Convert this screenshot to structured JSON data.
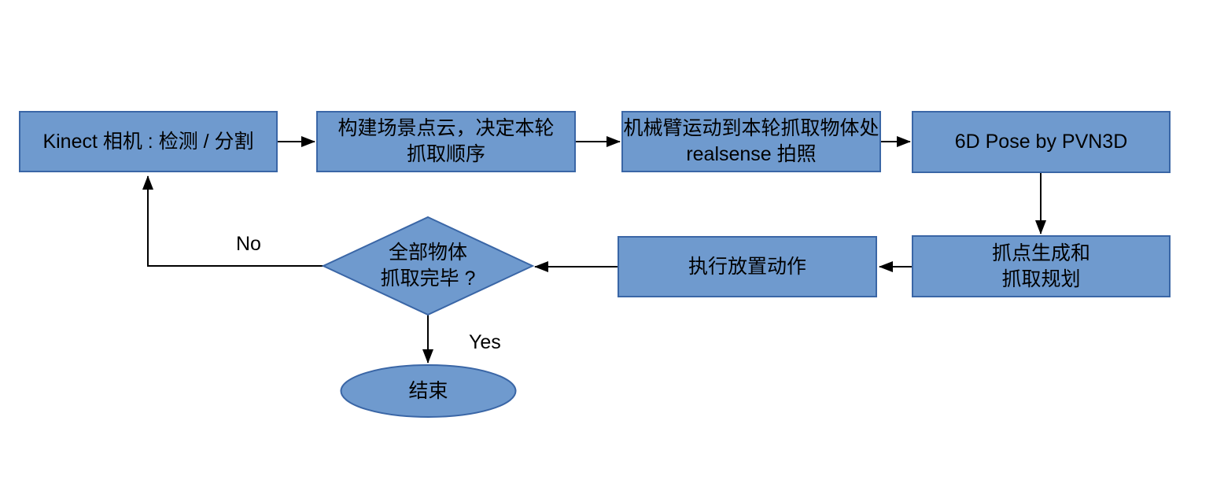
{
  "diagram": {
    "colors": {
      "background": "#ffffff",
      "node_fill": "#6f9ace",
      "node_border": "#3a66a6",
      "arrow": "#000000"
    },
    "nodes": {
      "kinect_camera": {
        "line1": "Kinect 相机 : 检测 / 分割"
      },
      "build_pointcloud": {
        "line1": "构建场景点云，决定本轮",
        "line2": "抓取顺序"
      },
      "arm_move_capture": {
        "line1": "机械臂运动到本轮抓取物体处",
        "line2": "realsense 拍照"
      },
      "pose_estimation": {
        "line1": "6D Pose by PVN3D"
      },
      "grasp_planning": {
        "line1": "抓点生成和",
        "line2": "抓取规划"
      },
      "execute_place": {
        "line1": "执行放置动作"
      },
      "decision_all_grasped": {
        "line1": "全部物体",
        "line2": "抓取完毕 ?"
      },
      "end_node": {
        "line1": "结束"
      }
    },
    "edge_labels": {
      "no": "No",
      "yes": "Yes"
    }
  }
}
